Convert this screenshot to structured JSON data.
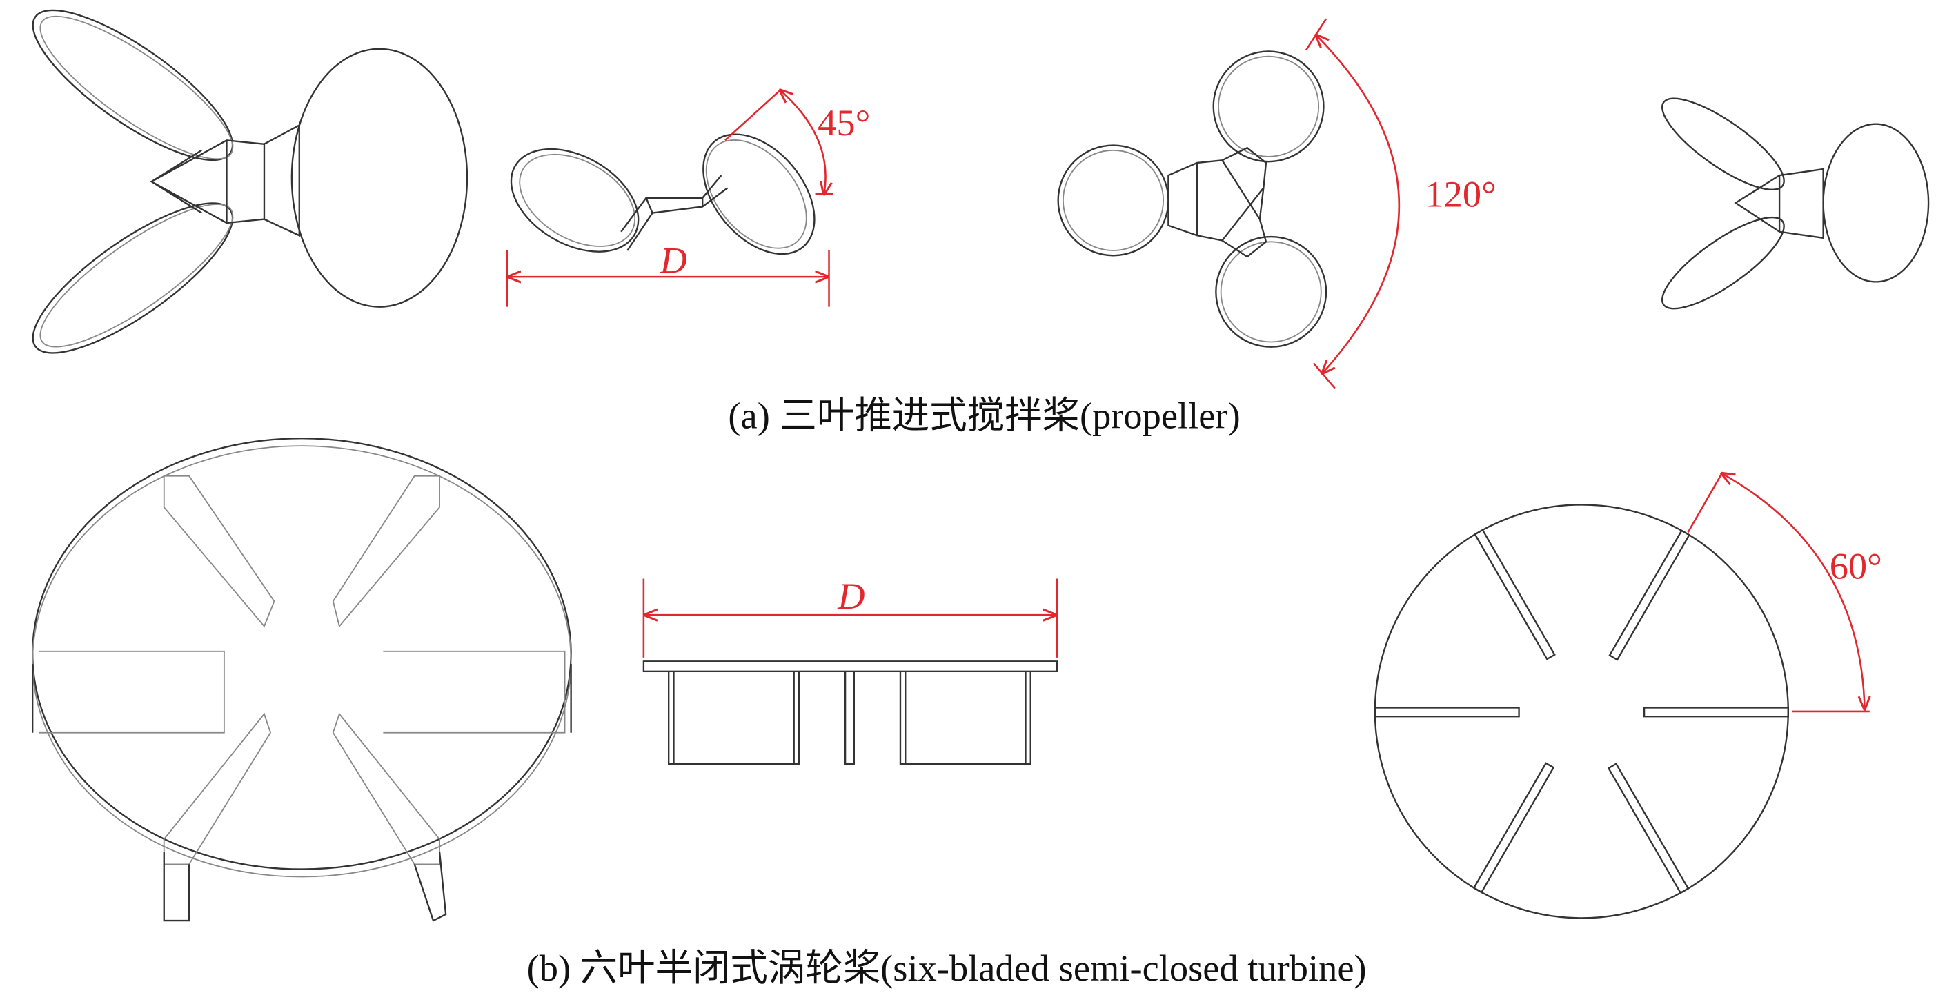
{
  "figure": {
    "panel_a": {
      "caption": "(a) 三叶推进式搅拌桨(propeller)",
      "diameter_label": "D",
      "blade_angle_label": "45°",
      "blade_spacing_label": "120°"
    },
    "panel_b": {
      "caption": "(b) 六叶半闭式涡轮桨(six-bladed semi-closed turbine)",
      "diameter_label": "D",
      "blade_spacing_label": "60°"
    },
    "colors": {
      "annotation": "#e0282e",
      "line": "#333333"
    }
  }
}
